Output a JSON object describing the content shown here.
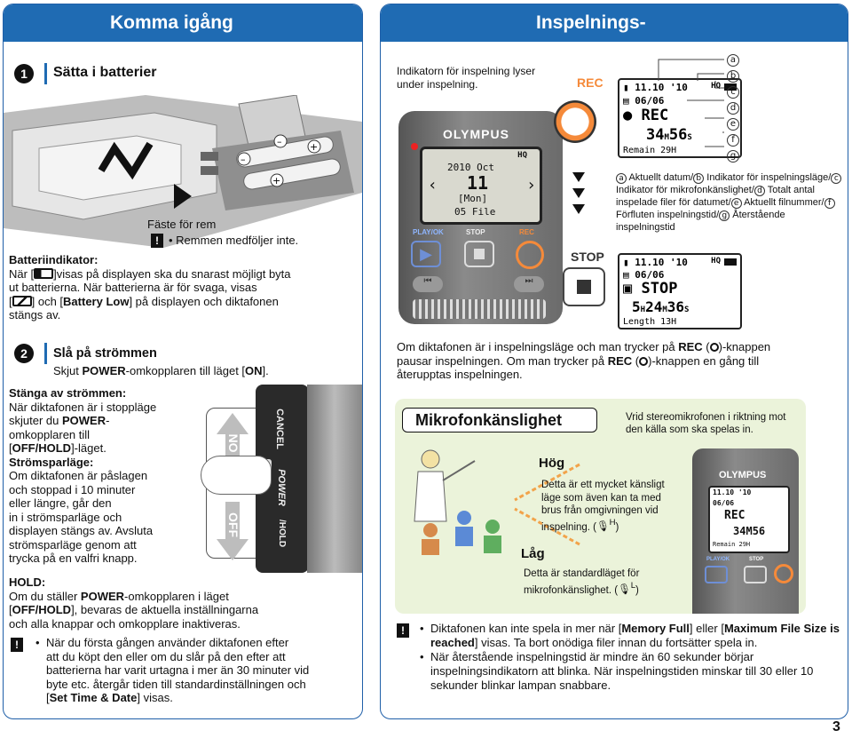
{
  "left": {
    "header": "Komma igång",
    "s1": {
      "num": "1",
      "title": "Sätta i batterier"
    },
    "strap": {
      "label": "Fäste för rem",
      "note": "Remmen medföljer inte."
    },
    "battery": {
      "title": "Batteriindikator:",
      "l1a": "När [",
      "l1b": "]visas på displayen ska du snarast möjligt byta",
      "l2": "ut batterierna. När batterierna är för svaga, visas",
      "l3a": "[",
      "l3b": "] och [",
      "l3c": "Battery Low",
      "l3d": "] på displayen och diktafonen",
      "l4": "stängs av."
    },
    "s2": {
      "num": "2",
      "title": "Slå på strömmen",
      "sub_a": "Skjut ",
      "sub_b": "POWER",
      "sub_c": "-omkopplaren till läget [",
      "sub_d": "ON",
      "sub_e": "]."
    },
    "off": {
      "title": "Stänga av strömmen:",
      "l1": "När diktafonen är i stoppläge",
      "l2": "skjuter du",
      "l2b": "POWER",
      "l3": "omkopplaren till",
      "l4a": "[",
      "l4b": "OFF/HOLD",
      "l4c": "]-läget."
    },
    "save": {
      "title": "Strömsparläge:",
      "lines": [
        "Om diktafonen är påslagen",
        "och stoppad i 10 minuter",
        "eller längre, går den",
        "in i strömsparläge och",
        "displayen stängs av. Avsluta",
        "strömsparläge genom att",
        "trycka på en valfri knapp."
      ]
    },
    "hold": {
      "title": "HOLD:",
      "l1a": "Om du ställer ",
      "l1b": "POWER",
      "l1c": "-omkopplaren i läget",
      "l2a": "[",
      "l2b": "OFF/HOLD",
      "l2c": "], bevaras de aktuella inställningarna",
      "l3": "och alla knappar och omkopplare inaktiveras."
    },
    "note": {
      "l1": "När du första gången använder diktafonen efter",
      "l2": "att du köpt den eller om du slår på den efter att",
      "l3": "batterierna har varit urtagna i mer än 30 minuter vid",
      "l4": "byte etc. återgår tiden till standardinställningen och",
      "l5a": "[",
      "l5b": "Set Time & Date",
      "l5c": "] visas."
    },
    "switch": {
      "on": "ON",
      "off": "OFF",
      "power": "POWER",
      "cancel": "CANCEL",
      "hold": "/HOLD"
    }
  },
  "right": {
    "header": "Inspelnings-",
    "indicator": "Indikatorn för inspelning lyser under inspelning.",
    "rec": "REC",
    "stop": "STOP",
    "device": {
      "brand": "OLYMPUS",
      "lcd_l1": "2010 Oct",
      "lcd_l2": "11",
      "lcd_l3": "[Mon]",
      "lcd_l4": "05 File",
      "lbl_play": "PLAY/OK",
      "lbl_stop": "STOP",
      "lbl_rec": "REC",
      "quality": "HQ"
    },
    "lcd_rec": {
      "date": "11.10 '10",
      "mode": "HQ",
      "file": "06/06",
      "status": "REC",
      "time_m": "34",
      "time_s": "56",
      "remain": "Remain 29H"
    },
    "lcd_stop": {
      "date": "11.10 '10",
      "mode": "HQ",
      "file": "06/06",
      "status": "STOP",
      "time_h": "5",
      "time_m": "24",
      "time_s": "36",
      "length": "Length 13H"
    },
    "callouts": [
      "a",
      "b",
      "c",
      "d",
      "e",
      "f",
      "g"
    ],
    "legend": {
      "a": "Aktuellt datum/",
      "b": "Indikator för inspelningsläge/",
      "c": "Indikator för mikrofonkänslighet/",
      "d": "Totalt antal inspelade filer för datumet/",
      "e": "Aktuellt filnummer/",
      "f": "Förfluten inspelningstid/",
      "g": "Återstående inspelningstid"
    },
    "pause": {
      "l1a": "Om diktafonen är i inspelningsläge och man trycker på ",
      "l1b": "REC",
      "l1c": " (",
      "l1d": ")-knappen",
      "l2a": "pausar inspelningen. Om man trycker på ",
      "l2b": "REC",
      "l2c": " (",
      "l2d": ")-knappen en gång till",
      "l3": "återupptas inspelningen."
    },
    "mic": {
      "title": "Mikrofonkänslighet",
      "desc": "Vrid stereomikrofonen i riktning mot den källa som ska spelas in.",
      "high_title": "Hög",
      "high_desc": [
        "Detta är ett mycket känsligt",
        "läge som även kan ta med",
        "brus från omgivningen vid",
        "inspelning. ("
      ],
      "high_sym": "H",
      "low_title": "Låg",
      "low_desc": [
        "Detta är standardläget för",
        "mikrofonkänslighet. ("
      ],
      "low_sym": "L"
    },
    "notes": {
      "n1a": "Diktafonen kan inte spela in mer när [",
      "n1b": "Memory Full",
      "n1c": "] eller [",
      "n1d": "Maximum File Size is reached",
      "n1e": "] visas. Ta bort onödiga filer innan du fortsätter spela in.",
      "n2": "När återstående inspelningstid är mindre än 60 sekunder börjar inspelningsindikatorn att blinka. När inspelningstiden minskar till 30 eller 10 sekunder blinkar lampan snabbare."
    }
  },
  "page_number": "3"
}
